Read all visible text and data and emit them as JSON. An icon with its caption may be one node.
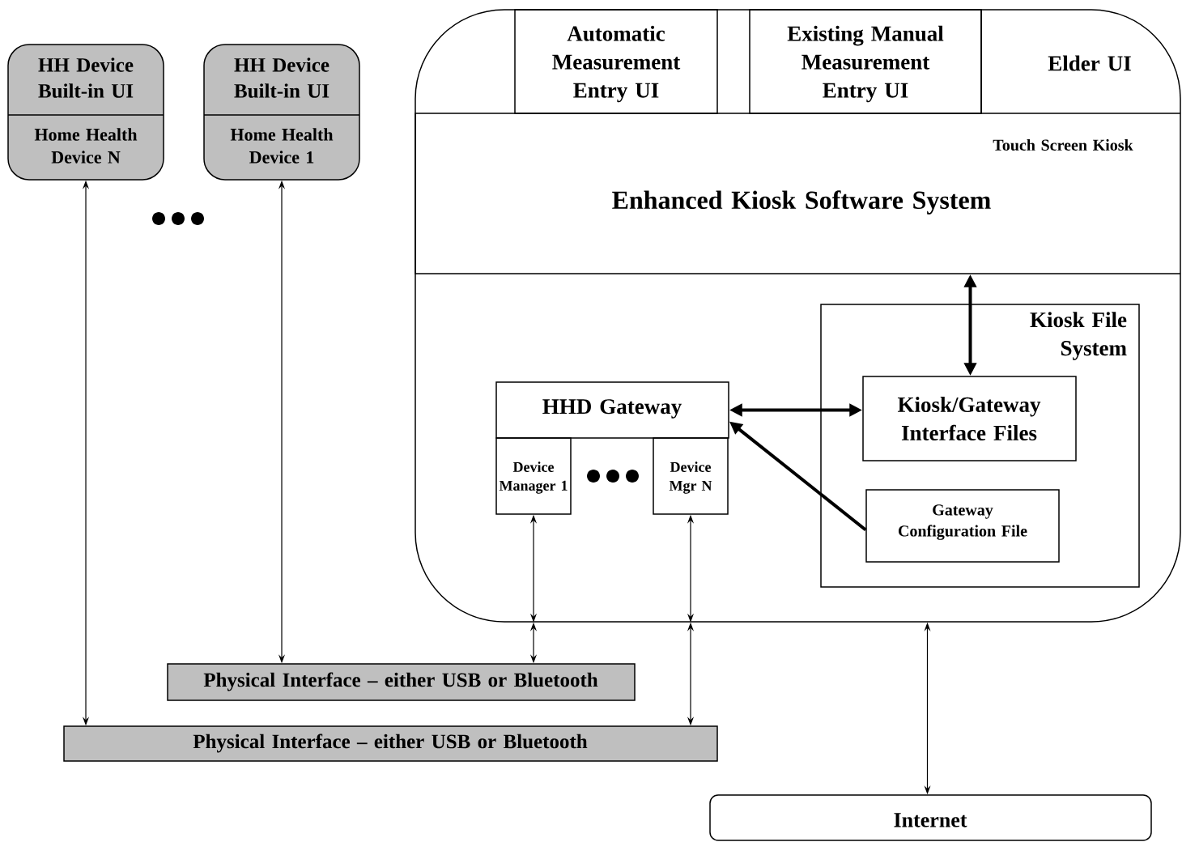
{
  "diagram": {
    "nodes": [
      {
        "text": [
          "HH Device Built-in UI",
          "Home Health Device N"
        ]
      },
      {
        "text": [
          "HH Device Built-in UI",
          "Home Health Device 1"
        ]
      },
      {
        "text": [],
        "shape": "box"
      },
      {
        "text": [
          "Automatic Measurement Entry UI"
        ],
        "in": 2
      },
      {
        "text": [
          "Existing Manual Measurement Entry UI"
        ],
        "in": 2
      },
      {
        "text": [
          "Elder UI"
        ],
        "in": 2
      },
      {
        "text": [
          "Touch Screen Kiosk",
          "Enhanced Kiosk Software System"
        ],
        "in": 2
      },
      {
        "text": [
          "Kiosk File System"
        ],
        "in": 2
      },
      {
        "text": [
          "Kiosk/Gateway Interface Files"
        ],
        "in": 7
      },
      {
        "text": [
          "Gateway Configuration File"
        ],
        "in": 7
      },
      {
        "text": [
          "HHD Gateway"
        ],
        "in": 2
      },
      {
        "text": [
          "Device Manager 1"
        ],
        "in": 2
      },
      {
        "text": [
          "Device Mgr N"
        ],
        "in": 2
      },
      {
        "text": [
          "Physical Interface – either USB or Bluetooth"
        ]
      },
      {
        "text": [
          "Physical Interface – either USB or Bluetooth"
        ]
      },
      {
        "text": [
          "Internet"
        ]
      }
    ],
    "edges": [
      {
        "from": 0,
        "to": 14,
        "arrow": "both"
      },
      {
        "from": 1,
        "to": 13,
        "arrow": "both"
      },
      {
        "from": 11,
        "to": 2,
        "arrow": "both"
      },
      {
        "from": 2,
        "to": 13,
        "arrow": "both"
      },
      {
        "from": 12,
        "to": 2,
        "arrow": "both"
      },
      {
        "from": 2,
        "to": 14,
        "arrow": "both"
      },
      {
        "from": 2,
        "to": 15,
        "arrow": "both"
      },
      {
        "from": 6,
        "to": 8,
        "arrow": "both",
        "style": "thick"
      },
      {
        "from": 10,
        "to": 8,
        "arrow": "both",
        "style": "thick"
      },
      {
        "from": 9,
        "to": 10,
        "arrow": "to",
        "style": "thick"
      }
    ]
  }
}
